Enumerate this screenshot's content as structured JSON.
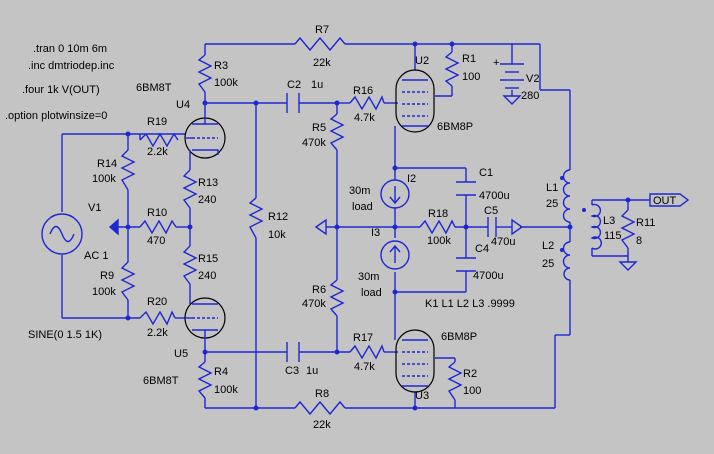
{
  "directives": {
    "tran": ".tran 0 10m 6m",
    "inc": ".inc dmtriodep.inc",
    "four": ".four 1k V(OUT)",
    "option": ".option plotwinsize=0",
    "coupling": "K1 L1 L2 L3 .9999"
  },
  "source": {
    "name": "V1",
    "ac": "AC 1",
    "sine": "SINE(0 1.5 1K)"
  },
  "supply": {
    "name": "V2",
    "value": "280",
    "plus": "+"
  },
  "output_label": "OUT",
  "resistors": {
    "R1": {
      "name": "R1",
      "value": "100"
    },
    "R2": {
      "name": "R2",
      "value": "100"
    },
    "R3": {
      "name": "R3",
      "value": "100k"
    },
    "R4": {
      "name": "R4",
      "value": "100k"
    },
    "R5": {
      "name": "R5",
      "value": "470k"
    },
    "R6": {
      "name": "R6",
      "value": "470k"
    },
    "R7": {
      "name": "R7",
      "value": "22k"
    },
    "R8": {
      "name": "R8",
      "value": "22k"
    },
    "R9": {
      "name": "R9",
      "value": "100k"
    },
    "R10": {
      "name": "R10",
      "value": "470"
    },
    "R11": {
      "name": "R11",
      "value": "8"
    },
    "R12": {
      "name": "R12",
      "value": "10k"
    },
    "R13": {
      "name": "R13",
      "value": "240"
    },
    "R14": {
      "name": "R14",
      "value": "100k"
    },
    "R15": {
      "name": "R15",
      "value": "240"
    },
    "R16": {
      "name": "R16",
      "value": "4.7k"
    },
    "R17": {
      "name": "R17",
      "value": "4.7k"
    },
    "R18": {
      "name": "R18",
      "value": "100k"
    },
    "R19": {
      "name": "R19",
      "value": "2.2k"
    },
    "R20": {
      "name": "R20",
      "value": "2.2k"
    }
  },
  "capacitors": {
    "C1": {
      "name": "C1",
      "value": "4700u"
    },
    "C2": {
      "name": "C2",
      "value": "1u"
    },
    "C3": {
      "name": "C3",
      "value": "1u"
    },
    "C4": {
      "name": "C4",
      "value": "4700u"
    },
    "C5": {
      "name": "C5",
      "value": "470u"
    }
  },
  "current_sources": {
    "I2": {
      "name": "I2",
      "value": "30m",
      "value2": "load"
    },
    "I3": {
      "name": "I3",
      "value": "30m",
      "value2": "load"
    }
  },
  "inductors": {
    "L1": {
      "name": "L1",
      "value": "25"
    },
    "L2": {
      "name": "L2",
      "value": "25"
    },
    "L3": {
      "name": "L3",
      "value": "115"
    }
  },
  "tubes": {
    "U1": {
      "name": "U2",
      "model": "6BM8P"
    },
    "U3": {
      "name": "U3",
      "model": "6BM8P"
    },
    "U4": {
      "name": "U4",
      "model": "6BM8T"
    },
    "U5": {
      "name": "U5",
      "model": "6BM8T"
    }
  }
}
